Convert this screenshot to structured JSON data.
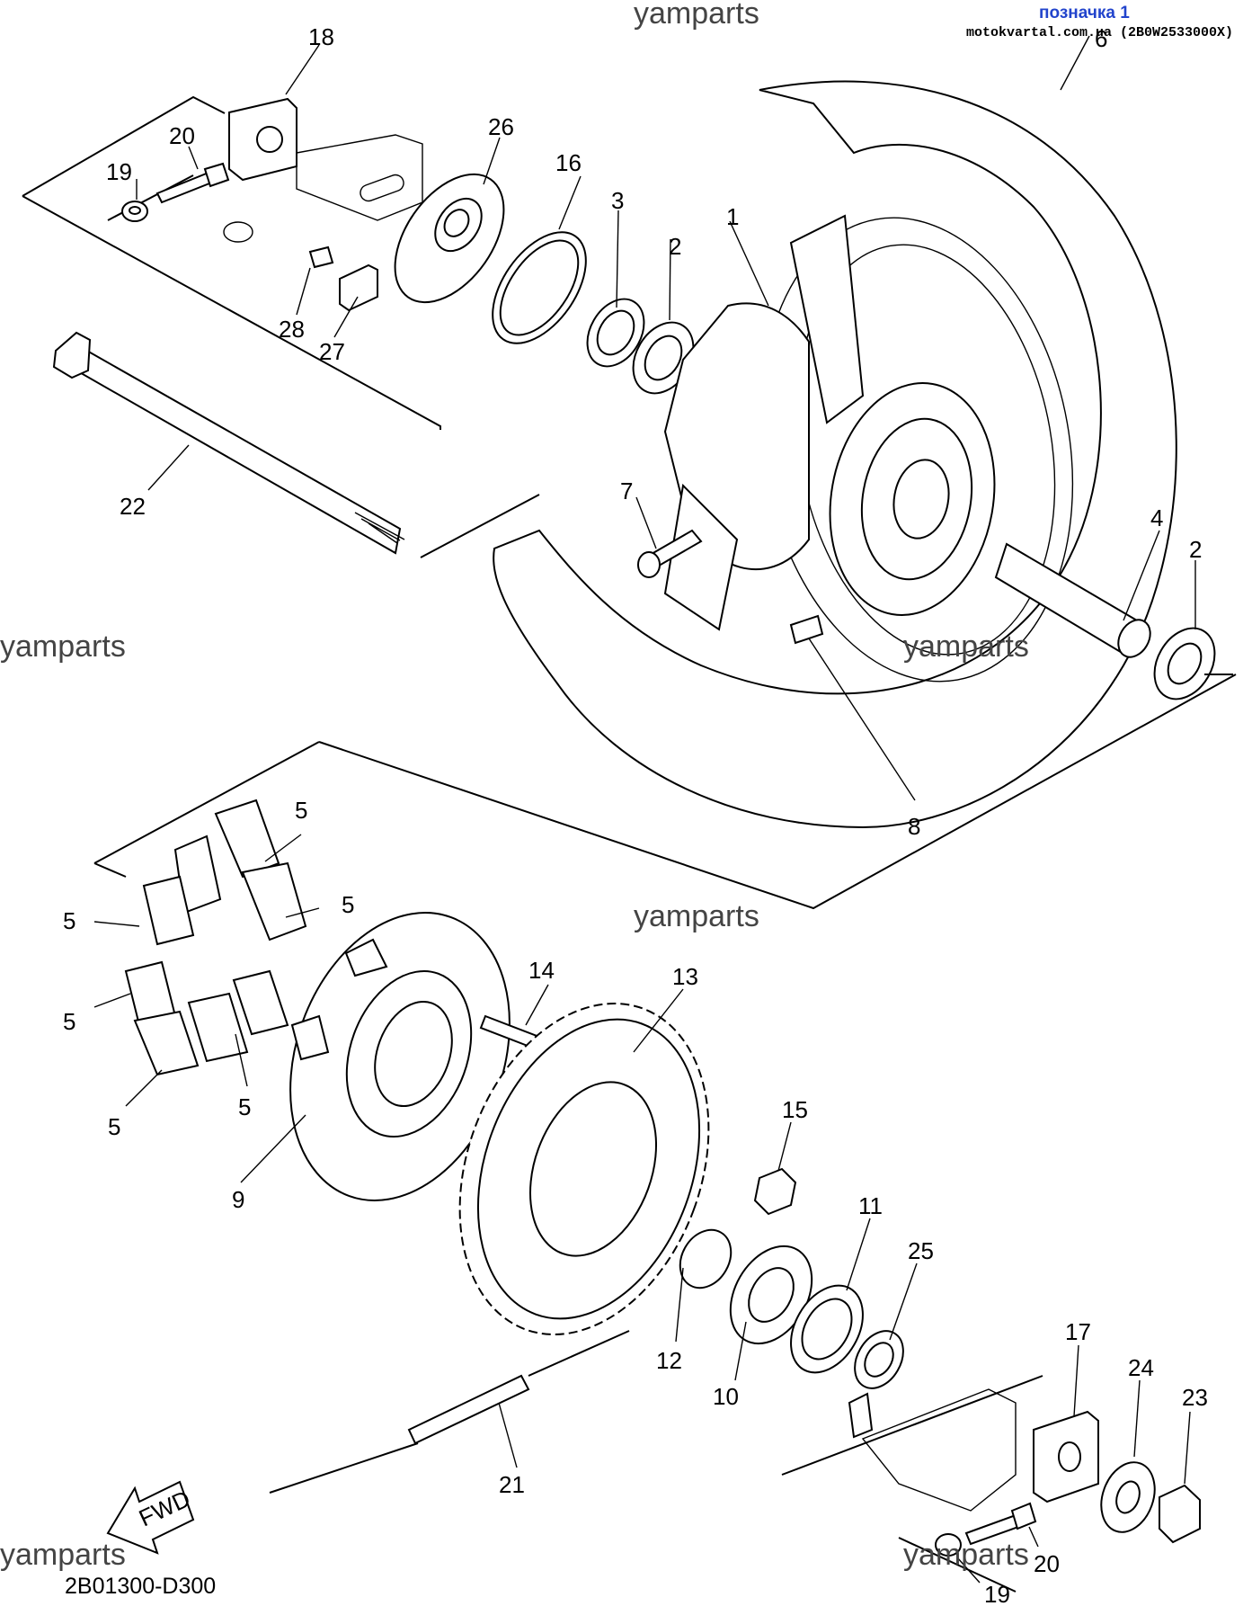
{
  "header": {
    "mark_label": "позначка 1",
    "site_code": "motokvartal.com.ua (2B0W2533000X)"
  },
  "watermark": "yamparts",
  "footer": {
    "diagram_code": "2B01300-D300"
  },
  "fwd_label": "FWD",
  "callouts": [
    "1",
    "2",
    "3",
    "4",
    "5",
    "6",
    "7",
    "8",
    "9",
    "10",
    "11",
    "12",
    "13",
    "14",
    "15",
    "16",
    "17",
    "18",
    "19",
    "20",
    "21",
    "22",
    "23",
    "24",
    "25",
    "26",
    "27",
    "28"
  ]
}
